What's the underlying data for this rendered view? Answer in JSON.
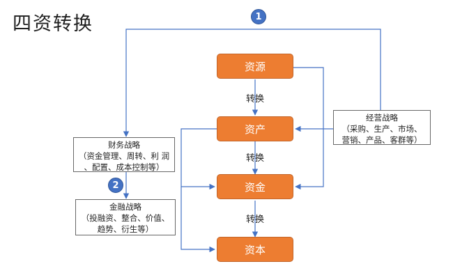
{
  "title": "四资转换",
  "nodes": {
    "resource": "资源",
    "asset": "资产",
    "fund": "资金",
    "capital": "资本"
  },
  "conversion_label": "转换",
  "boxes": {
    "operating": {
      "title": "经营战略",
      "line1": "（采购、生产、市场、",
      "line2": "营销、产品、客群等）"
    },
    "finance": {
      "title": "财务战略",
      "line1": "（资金管理、周转、利 润",
      "line2": "、配置、成本控制等）"
    },
    "financial_market": {
      "title": "金融战略",
      "line1": "（投融资、整合、价值、",
      "line2": "趋势、衍生等）"
    }
  },
  "badges": {
    "one": "1",
    "two": "2"
  },
  "colors": {
    "node_fill": "#ed7d31",
    "line": "#4472c4",
    "badge": "#4472c4"
  }
}
